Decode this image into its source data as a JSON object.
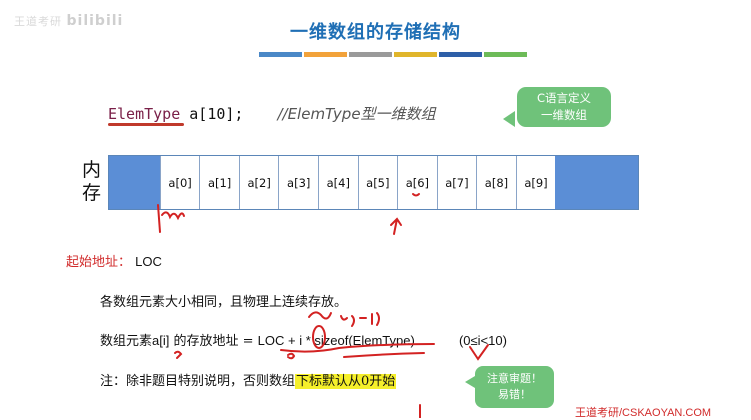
{
  "watermark": {
    "prefix": "王道考研",
    "logo": "bilibili"
  },
  "slide": {
    "title": "一维数组的存储结构",
    "title_bar_colors": [
      "#4a88c7",
      "#f2a23a",
      "#9a9a9a",
      "#e0b52b",
      "#2e5fa8",
      "#6dbb58"
    ]
  },
  "code": {
    "type": "ElemType",
    "var": " a[10];",
    "comment": "//ElemType型一维数组"
  },
  "bubble": {
    "line1": "C语言定义",
    "line2": "一维数组"
  },
  "memory": {
    "label_line1": "内",
    "label_line2": "存",
    "cells": [
      "a[0]",
      "a[1]",
      "a[2]",
      "a[3]",
      "a[4]",
      "a[5]",
      "a[6]",
      "a[7]",
      "a[8]",
      "a[9]"
    ]
  },
  "start_address": {
    "label": "起始地址",
    "colon": "：",
    "value": "LOC"
  },
  "text": {
    "line1": "各数组元素大小相同，且物理上连续存放。",
    "line2_prefix": "数组元素",
    "line2_elem": "a[i]",
    "line2_mid": " 的存放地址 = ",
    "line2_formula": "LOC + i * sizeof(ElemType)",
    "line2_range": "(0≤i<10)",
    "line3_prefix": "注：除非题目特别说明，否则数组",
    "line3_highlight": "下标默认从0开始"
  },
  "tip": {
    "line1": "注意审题！",
    "line2": "易错！"
  },
  "brand": "王道考研/CSKAOYAN.COM"
}
